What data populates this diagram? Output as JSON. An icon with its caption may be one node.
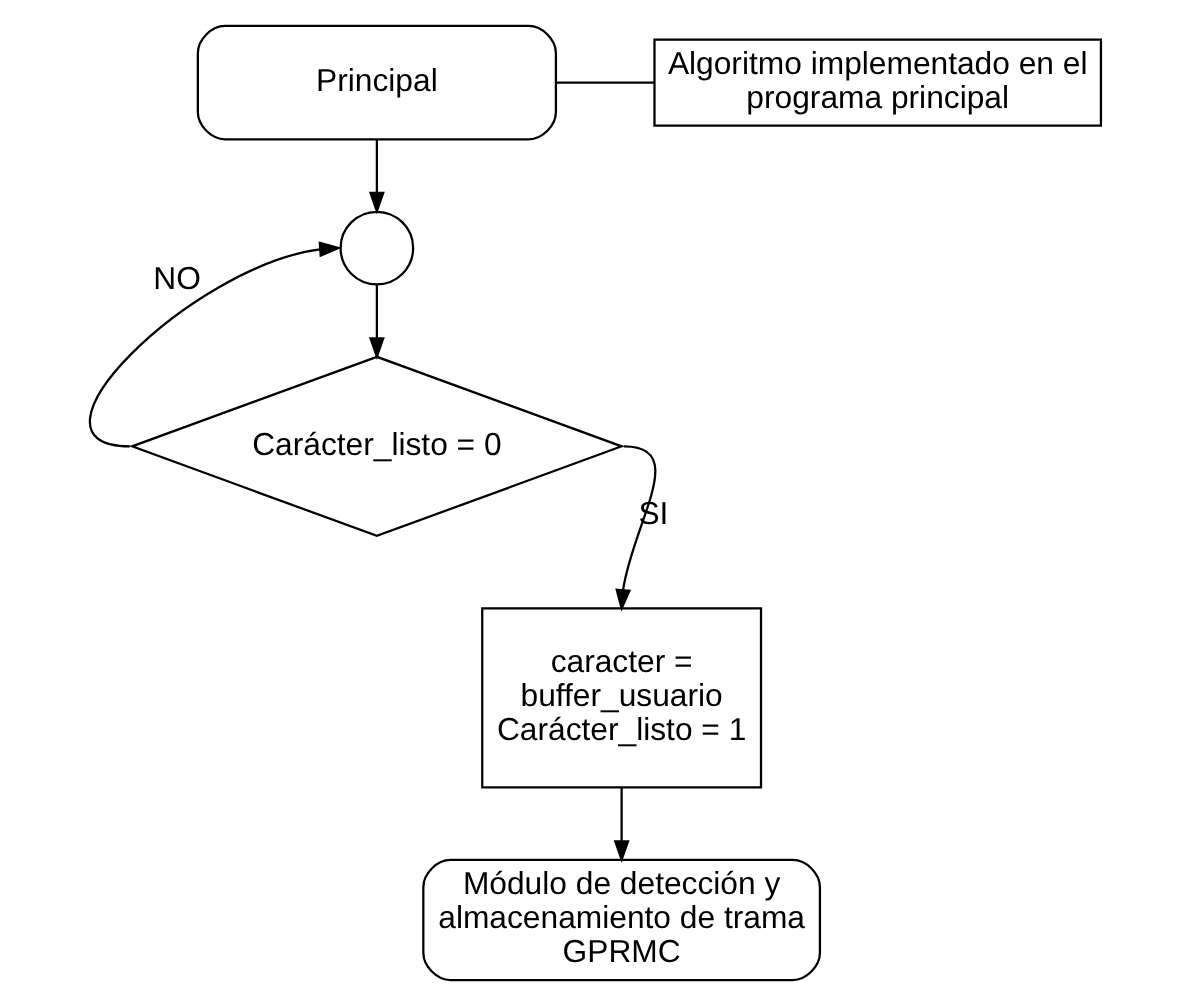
{
  "diagram": {
    "nodes": [
      {
        "text": [
          "Principal"
        ]
      },
      {
        "text": [
          "Algoritmo implementado en el programa principal"
        ]
      },
      {
        "text": [],
        "shape": "circle"
      },
      {
        "text": [
          "Carácter_listo = 0"
        ]
      },
      {
        "text": [
          "caracter = buffer_usuario Carácter_listo = 1"
        ]
      },
      {
        "text": [
          "Módulo de detección y almacenamiento de trama GPRMC"
        ]
      }
    ],
    "edges": [
      {
        "from": 1,
        "to": 0,
        "arrow": "none"
      },
      {
        "from": 0,
        "to": 2,
        "arrow": "to"
      },
      {
        "from": 2,
        "to": 3,
        "arrow": "to"
      },
      {
        "from": 3,
        "to": 2,
        "arrow": "to",
        "label": "NO"
      },
      {
        "from": 3,
        "to": 4,
        "arrow": "to",
        "label": "SI"
      },
      {
        "from": 4,
        "to": 5,
        "arrow": "to"
      }
    ]
  }
}
